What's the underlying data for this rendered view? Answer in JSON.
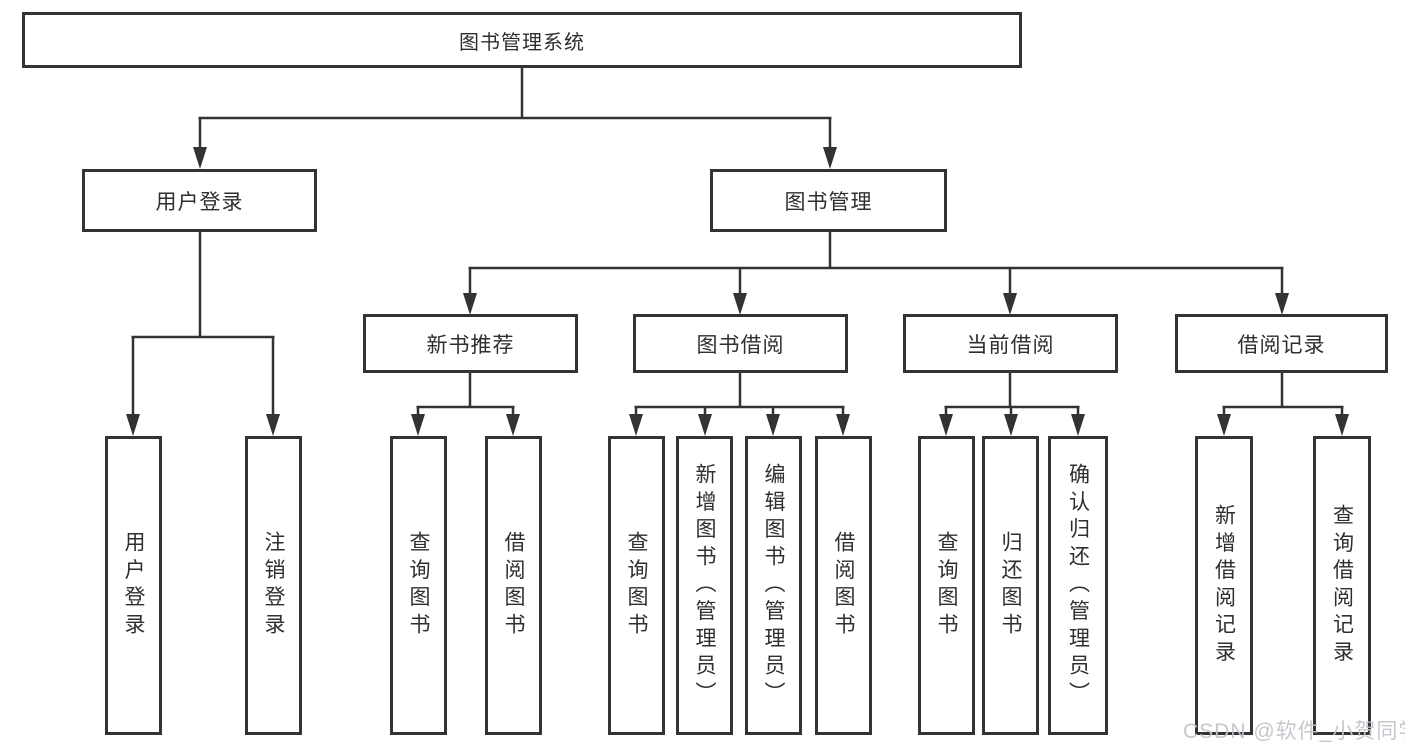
{
  "diagram": {
    "type": "tree",
    "root": {
      "label": "图书管理系统",
      "children": [
        {
          "label": "用户登录",
          "children": [
            {
              "label": "用户登录"
            },
            {
              "label": "注销登录"
            }
          ]
        },
        {
          "label": "图书管理",
          "children": [
            {
              "label": "新书推荐",
              "children": [
                {
                  "label": "查询图书"
                },
                {
                  "label": "借阅图书"
                }
              ]
            },
            {
              "label": "图书借阅",
              "children": [
                {
                  "label": "查询图书"
                },
                {
                  "label": "新增图书（管理员）"
                },
                {
                  "label": "编辑图书（管理员）"
                },
                {
                  "label": "借阅图书"
                }
              ]
            },
            {
              "label": "当前借阅",
              "children": [
                {
                  "label": "查询图书"
                },
                {
                  "label": "归还图书"
                },
                {
                  "label": "确认归还（管理员）"
                }
              ]
            },
            {
              "label": "借阅记录",
              "children": [
                {
                  "label": "新增借阅记录"
                },
                {
                  "label": "查询借阅记录"
                }
              ]
            }
          ]
        }
      ]
    }
  },
  "watermark": {
    "text": "CSDN @软件_小贺同学"
  },
  "colors": {
    "line": "#333333",
    "text": "#2f2f2f",
    "background": "#ffffff",
    "watermark": "#c1c5ca"
  }
}
